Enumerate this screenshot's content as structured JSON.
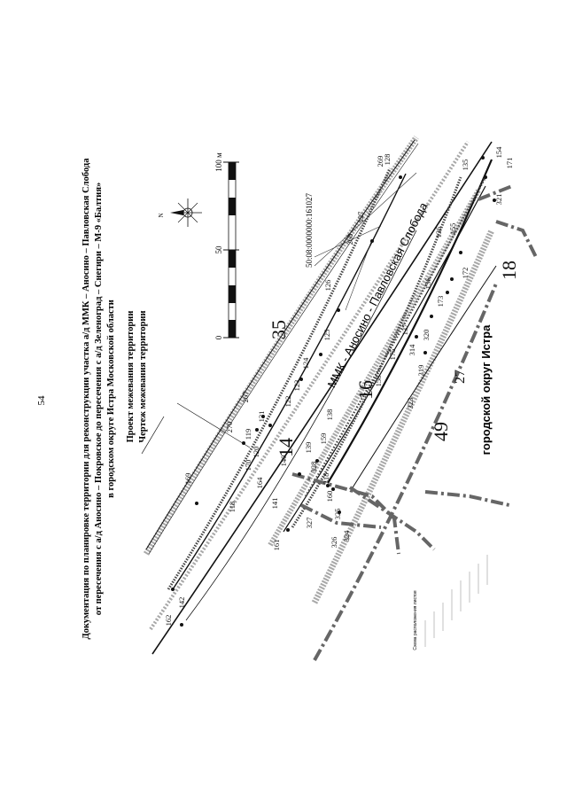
{
  "page_number": "54",
  "title_lines": [
    "Документация по планировке территории для реконструкции участка а/д ММК – Аносино – Павловская Слобода",
    "от пересечения с а/д Аносино – Покровское до пересечения с а/д Зеленоград – Снегири – М-9 «Балтия»",
    "в городском округе Истра Московской области",
    "Проект межевания территории",
    "Чертеж межевания территории"
  ],
  "scale_bar": {
    "labels": [
      "0",
      "50",
      "100 м"
    ]
  },
  "compass": {
    "north_label": "N"
  },
  "road_label": "ММК - Аносино - Павловская Слобода",
  "cadastral_number": "50:08:0000000:161027",
  "district_label": "городской округ Истра",
  "inset_label": "Схема расположения листов",
  "big_numbers": [
    "35",
    "14",
    "16",
    "49",
    "27",
    "18"
  ],
  "point_numbers": [
    "269",
    "128",
    "127",
    "268",
    "126",
    "125",
    "124",
    "123",
    "122",
    "121",
    "270",
    "267",
    "120",
    "119",
    "170",
    "169",
    "118",
    "164",
    "140",
    "141",
    "161",
    "142",
    "162",
    "328",
    "139",
    "138",
    "159",
    "160",
    "327",
    "318",
    "326",
    "325",
    "324",
    "158",
    "323",
    "319",
    "314",
    "175",
    "137",
    "320",
    "173",
    "156",
    "136",
    "155",
    "172",
    "135",
    "154",
    "171",
    "321"
  ],
  "colors": {
    "ink": "#111111",
    "gray_hatch": "#9a9a9a",
    "dash": "#555555"
  }
}
